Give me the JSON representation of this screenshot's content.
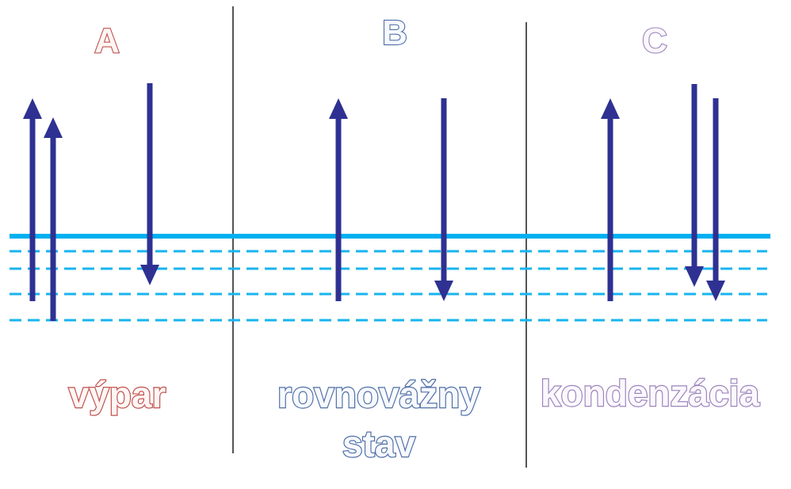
{
  "panels": [
    {
      "letter": "A",
      "label_lines": [
        "výpar"
      ],
      "arrows_up": 2,
      "arrows_down": 1,
      "outline_color": "#c0504d"
    },
    {
      "letter": "B",
      "label_lines": [
        "rovnovážny",
        "stav"
      ],
      "arrows_up": 1,
      "arrows_down": 1,
      "outline_color": "#4f6fa8"
    },
    {
      "letter": "C",
      "label_lines": [
        "kondenzácia"
      ],
      "arrows_up": 1,
      "arrows_down": 2,
      "outline_color": "#9e83bd"
    }
  ],
  "colors": {
    "liquid_surface": "#00b0f0",
    "liquid_layers": "#19b4ee",
    "arrows": "#2e3192",
    "dividers": "#2a2a2a"
  }
}
